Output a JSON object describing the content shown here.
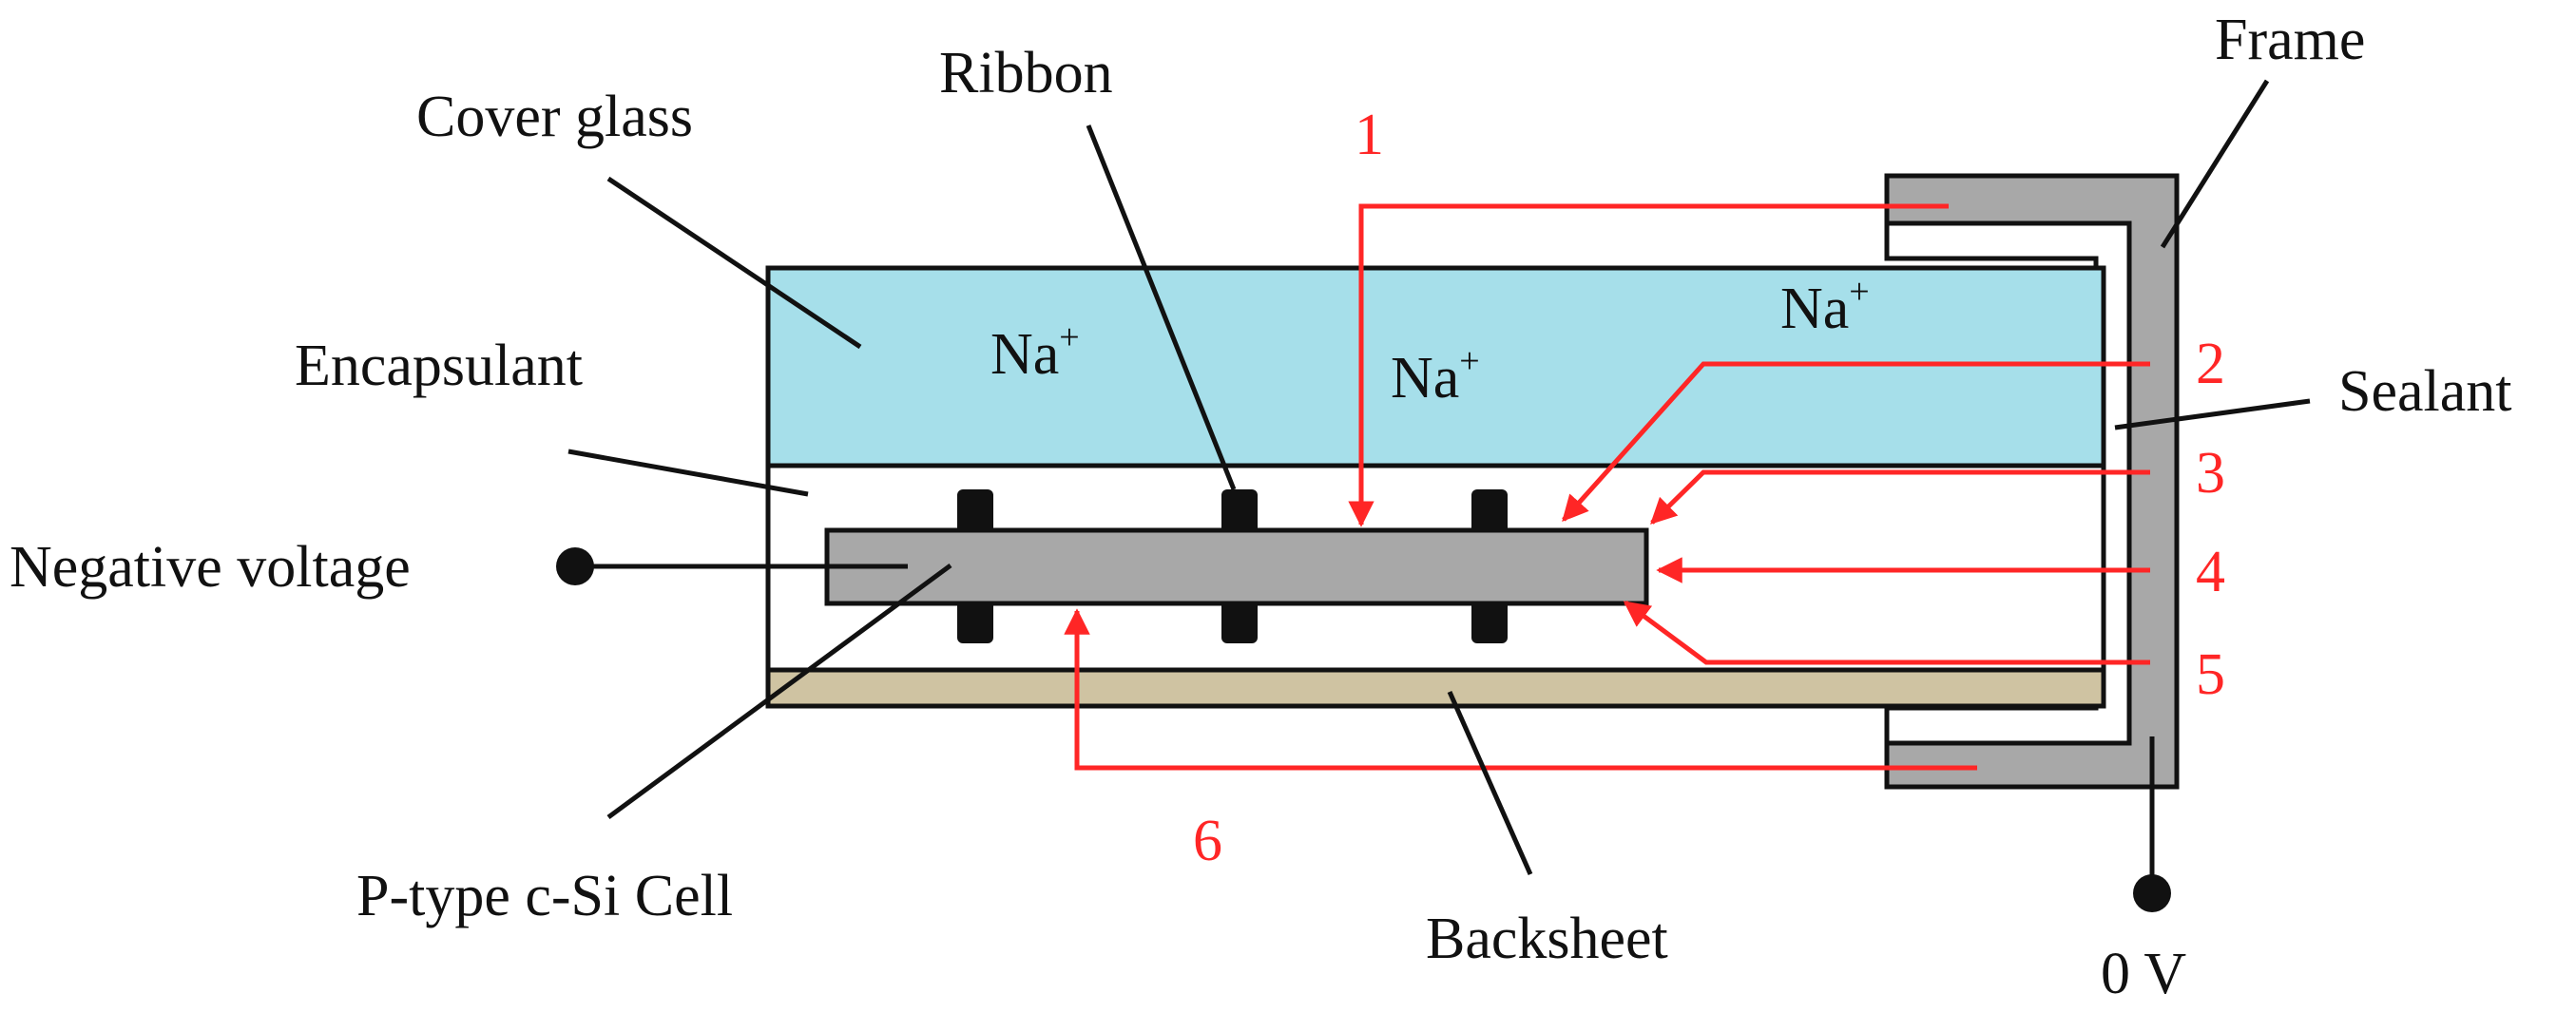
{
  "colors": {
    "glass": "#a6dfea",
    "cell": "#a8a8a8",
    "frame": "#a8a8a8",
    "backsheet": "#cfc3a2",
    "ribbon": "#111111",
    "path": "#ff2626",
    "line": "#111111"
  },
  "labels": {
    "cover_glass": "Cover glass",
    "ribbon": "Ribbon",
    "frame": "Frame",
    "encapsulant": "Encapsulant",
    "sealant": "Sealant",
    "negative_voltage": "Negative voltage",
    "cell": "P-type c-Si Cell",
    "backsheet": "Backsheet",
    "ground": "0 V"
  },
  "ions": [
    {
      "base": "Na",
      "sup": "+"
    },
    {
      "base": "Na",
      "sup": "+"
    },
    {
      "base": "Na",
      "sup": "+"
    }
  ],
  "paths": [
    "1",
    "2",
    "3",
    "4",
    "5",
    "6"
  ]
}
